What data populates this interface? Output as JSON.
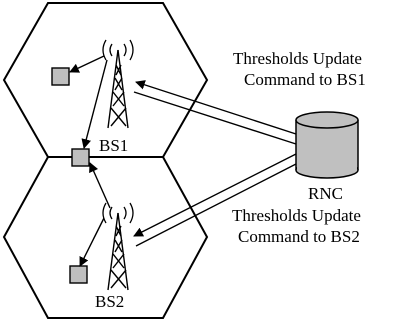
{
  "labels": {
    "bs1": "BS1",
    "bs2": "BS2",
    "rnc": "RNC",
    "cmd1_line1": "Thresholds Update",
    "cmd1_line2": "Command to BS1",
    "cmd2_line1": "Thresholds Update",
    "cmd2_line2": "Command to BS2"
  },
  "colors": {
    "stroke": "#000000",
    "terminal_fill": "#bfbfbf",
    "rnc_fill": "#c0c0c0",
    "background": "#ffffff"
  }
}
